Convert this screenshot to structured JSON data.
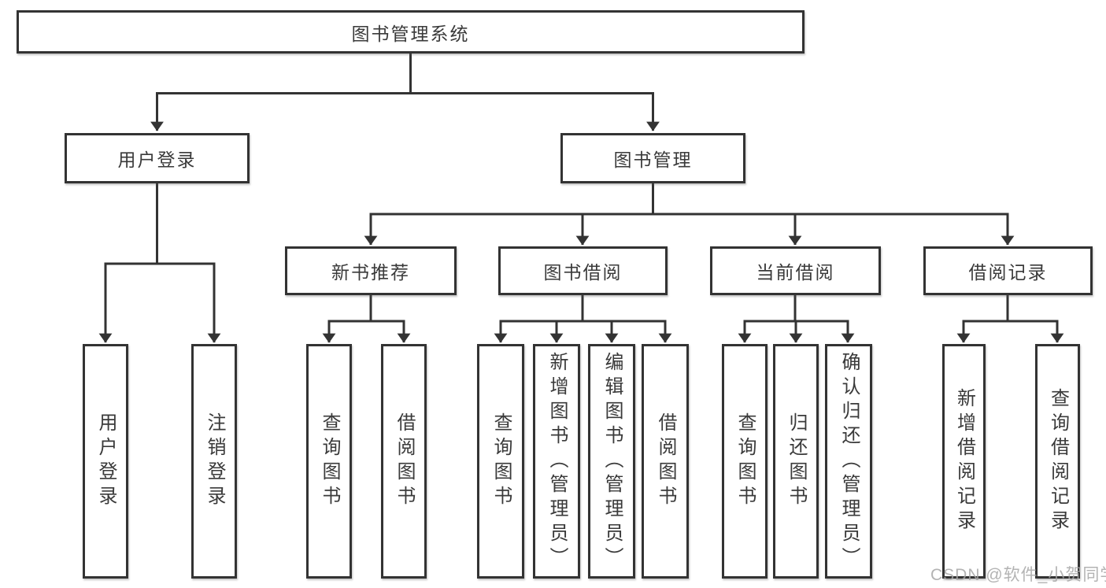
{
  "diagram": {
    "root": {
      "label": "图书管理系统"
    },
    "level2": [
      {
        "label": "用户登录",
        "leaves": [
          {
            "label": "用户登录"
          },
          {
            "label": "注销登录"
          }
        ]
      },
      {
        "label": "图书管理",
        "groups": [
          {
            "label": "新书推荐",
            "leaves": [
              {
                "label": "查询图书"
              },
              {
                "label": "借阅图书"
              }
            ]
          },
          {
            "label": "图书借阅",
            "leaves": [
              {
                "label": "查询图书"
              },
              {
                "label": "新增图书（管理员）"
              },
              {
                "label": "编辑图书（管理员）"
              },
              {
                "label": "借阅图书"
              }
            ]
          },
          {
            "label": "当前借阅",
            "leaves": [
              {
                "label": "查询图书"
              },
              {
                "label": "归还图书"
              },
              {
                "label": "确认归还（管理员）"
              }
            ]
          },
          {
            "label": "借阅记录",
            "leaves": [
              {
                "label": "新增借阅记录"
              },
              {
                "label": "查询借阅记录"
              }
            ]
          }
        ]
      }
    ]
  },
  "watermark": {
    "text": "CSDN @软件_小贺同学"
  },
  "colors": {
    "line": "#333333",
    "text": "#3a3a3a",
    "watermark": "#a6a6a6",
    "background": "#ffffff"
  }
}
